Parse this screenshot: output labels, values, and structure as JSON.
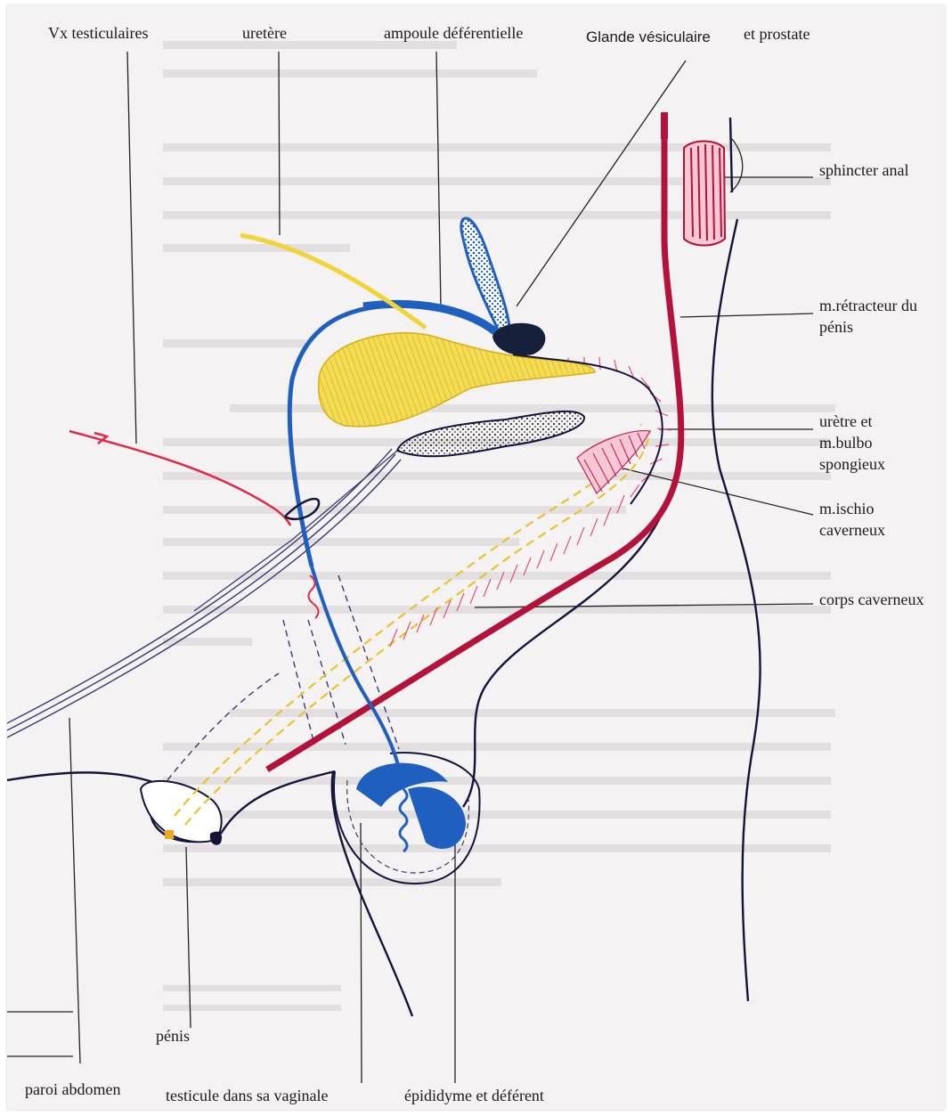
{
  "labels": {
    "vx_testiculaires": "Vx testiculaires",
    "uretere": "uretère",
    "ampoule": "ampoule déférentielle",
    "glande_vesiculaire": "Glande vésiculaire",
    "et_prostate": "et prostate",
    "sphincter_anal": "sphincter anal",
    "retracteur_l1": "m.rétracteur du",
    "retracteur_l2": "pénis",
    "uretre_l1": "urètre et",
    "uretre_l2": "m.bulbo",
    "uretre_l3": "spongieux",
    "ischio_l1": "m.ischio",
    "ischio_l2": "caverneux",
    "corps_caverneux": "corps caverneux",
    "penis": "pénis",
    "paroi_abdomen": "paroi abdomen",
    "testicule": "testicule dans sa vaginale",
    "epididyme": "épididyme et déférent"
  },
  "colors": {
    "paper": "#f5f2f3",
    "ink": "#141430",
    "blue": "#1f5fc0",
    "yellow": "#f0d43a",
    "crimson": "#b3123a",
    "pink": "#e0507a",
    "red": "#e0284a",
    "dark_navy": "#14143a"
  }
}
